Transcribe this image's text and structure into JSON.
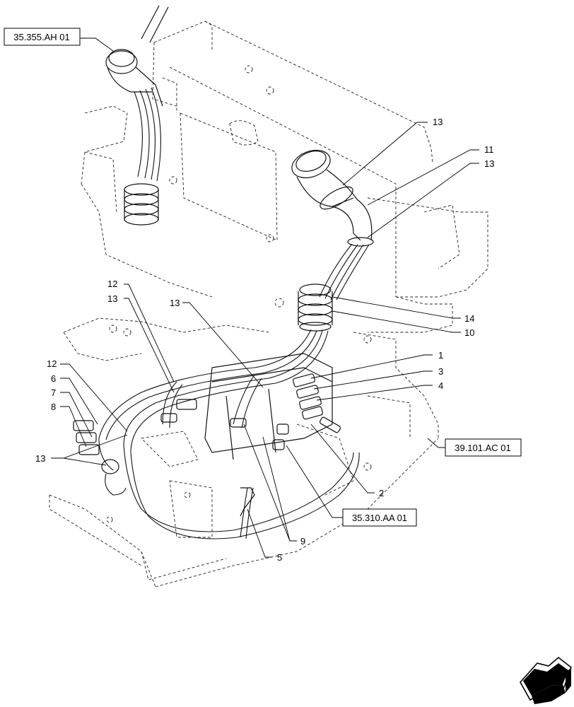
{
  "reference_boxes": {
    "ref_top_left": "35.355.AH 01",
    "ref_right": "39.101.AC 01",
    "ref_bottom": "35.310.AA 01"
  },
  "callouts": {
    "c13_top": "13",
    "c11": "11",
    "c13_right": "13",
    "c14": "14",
    "c10": "10",
    "c12_upper": "12",
    "c13_upper": "13",
    "c13_mid": "13",
    "c1": "1",
    "c3": "3",
    "c4": "4",
    "c12_left": "12",
    "c6": "6",
    "c7": "7",
    "c8": "8",
    "c13_left": "13",
    "c2": "2",
    "c9": "9",
    "c5": "5"
  },
  "icons": {
    "nav_arrow": "next-page-arrow-icon"
  }
}
